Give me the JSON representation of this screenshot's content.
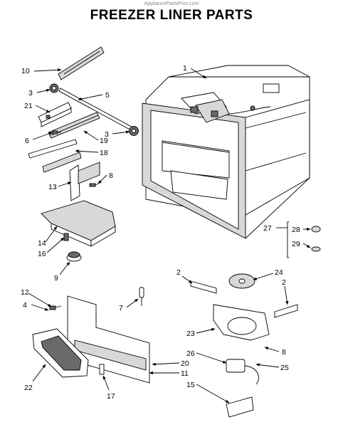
{
  "watermark": "AppliancePartsPros.com",
  "title": "FREEZER LINER PARTS",
  "callouts": {
    "c1": "1",
    "c2a": "2",
    "c2b": "2",
    "c3a": "3",
    "c3b": "3",
    "c4": "4",
    "c5": "5",
    "c6": "6",
    "c7": "7",
    "c8a": "8",
    "c8b": "8",
    "c9": "9",
    "c10": "10",
    "c11": "11",
    "c12": "12",
    "c13": "13",
    "c14": "14",
    "c15": "15",
    "c16": "16",
    "c17": "17",
    "c18": "18",
    "c19": "19",
    "c20": "20",
    "c21": "21",
    "c22": "22",
    "c23": "23",
    "c24": "24",
    "c25": "25",
    "c26": "26",
    "c27": "27",
    "c28": "28",
    "c29": "29"
  }
}
